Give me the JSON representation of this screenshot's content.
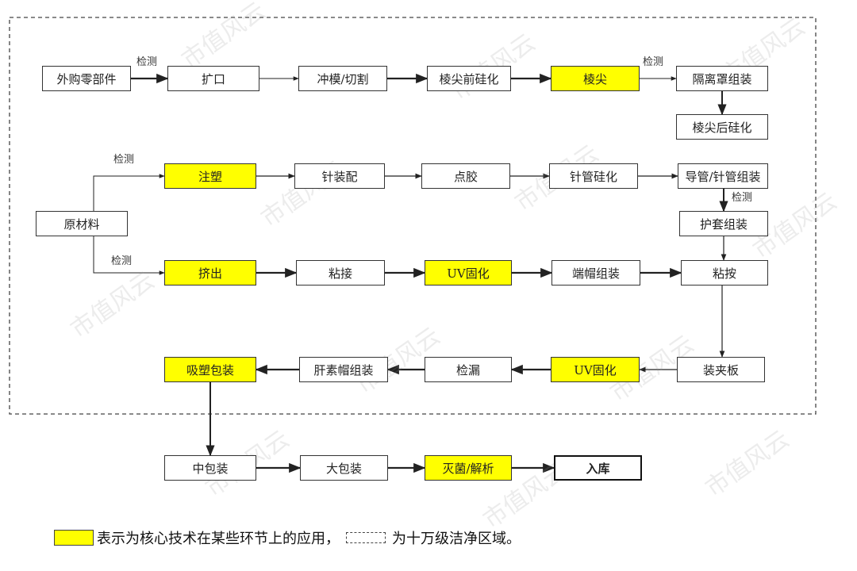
{
  "nodes": {
    "wj": "外购零部件",
    "kk": "扩口",
    "cm": "冲模/切割",
    "jjqgh": "棱尖前硅化",
    "jj": "棱尖",
    "gljzz": "隔离罩组装",
    "jjhgh": "棱尖后硅化",
    "zs1": "注塑",
    "zzp": "针装配",
    "dj": "点胶",
    "zggh": "针管硅化",
    "dgzz": "导管/针管组装",
    "ycl": "原材料",
    "htzz": "护套组装",
    "jc": "挤出",
    "nj": "粘接",
    "uv1": "UV固化",
    "dmzz": "端帽组装",
    "nb": "粘按",
    "zjb": "装夹板",
    "uv2": "UV固化",
    "jl": "检漏",
    "gsmzz": "肝素帽组装",
    "xsbz": "吸塑包装",
    "zbz": "中包装",
    "dbz": "大包装",
    "mj": "灭菌/解析",
    "rk": "入库"
  },
  "labels": {
    "jc_a": "检测",
    "jc_b": "检测",
    "jc_c": "检测",
    "jc_d": "检测",
    "jc_e": "检测"
  },
  "legend": {
    "core_text": "表示为核心技术在某些环节上的应用，",
    "clean_text": "为十万级洁净区域。"
  },
  "watermark": "市值风云",
  "colors": {
    "core": "#ffff00",
    "line": "#222222"
  }
}
